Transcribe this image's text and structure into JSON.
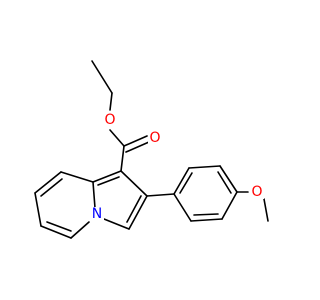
{
  "molecule": {
    "atoms": [
      {
        "id": "o_ether",
        "symbol": "O",
        "color": "#ff0000"
      },
      {
        "id": "o_carbonyl",
        "symbol": "O",
        "color": "#ff0000"
      },
      {
        "id": "n_ring",
        "symbol": "N",
        "color": "#0000ff"
      },
      {
        "id": "o_methoxy",
        "symbol": "O",
        "color": "#ff0000"
      }
    ],
    "bond_color": "#000000"
  }
}
